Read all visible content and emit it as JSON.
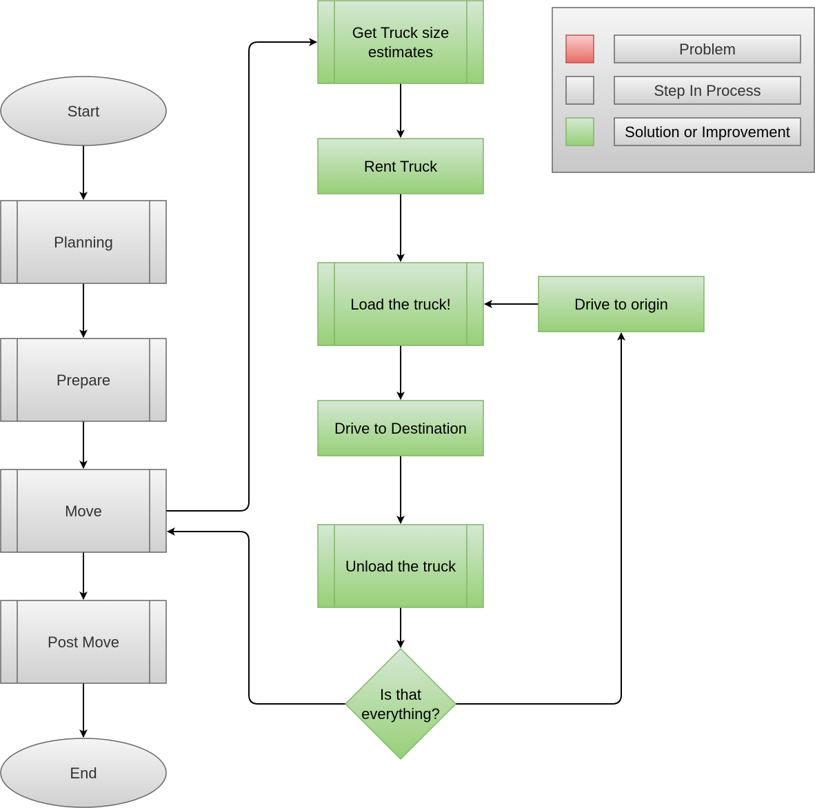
{
  "diagram": {
    "left_column": {
      "start": "Start",
      "planning": "Planning",
      "prepare": "Prepare",
      "move": "Move",
      "post_move": "Post Move",
      "end": "End"
    },
    "truck_column": {
      "get_estimates": [
        "Get Truck size",
        "estimates"
      ],
      "rent_truck": "Rent Truck",
      "load_truck": "Load the truck!",
      "drive_destination": "Drive to Destination",
      "unload_truck": "Unload the truck",
      "decision": [
        "Is that",
        "everything?"
      ],
      "drive_origin": "Drive to origin"
    },
    "legend": {
      "problem": "Problem",
      "step": "Step In Process",
      "solution": "Solution or Improvement"
    },
    "colors": {
      "green_top": "#d5e8d4",
      "green_bottom": "#97d077",
      "green_stroke": "#82b366",
      "gray_top": "#f5f5f5",
      "gray_bottom": "#d0d0d0",
      "gray_stroke": "#666666",
      "red_top": "#f8cecc",
      "red_bottom": "#ea6b66",
      "red_stroke": "#b85450",
      "line": "#000000"
    }
  }
}
